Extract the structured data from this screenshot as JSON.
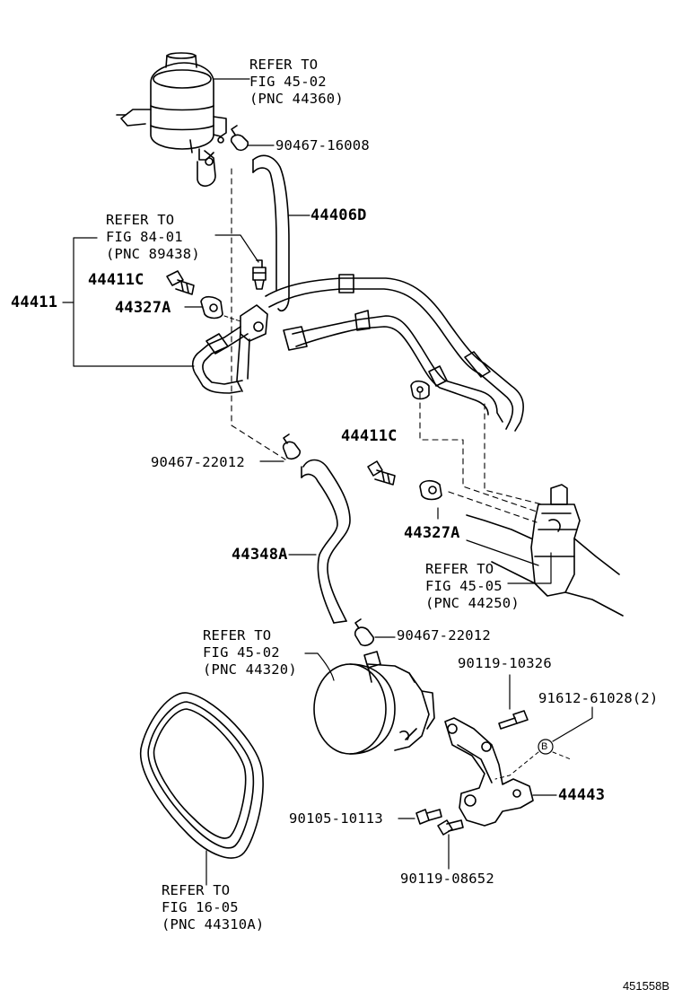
{
  "labels": {
    "reservoir_ref": [
      "REFER TO",
      "FIG 45-02",
      "(PNC 44360)"
    ],
    "clamp_top": "90467-16008",
    "hose_44406d": "44406D",
    "sensor_ref": [
      "REFER TO",
      "FIG 84-01",
      "(PNC 89438)"
    ],
    "tube_44411": "44411",
    "bolt_44411c_upper": "44411C",
    "gasket_44327a_upper": "44327A",
    "bolt_44411c_lower": "44411C",
    "gasket_44327a_lower": "44327A",
    "clamp_mid": "90467-22012",
    "hose_44348a": "44348A",
    "gear_ref": [
      "REFER TO",
      "FIG 45-05",
      "(PNC 44250)"
    ],
    "clamp_low": "90467-22012",
    "pump_ref": [
      "REFER TO",
      "FIG 45-02",
      "(PNC 44320)"
    ],
    "bolt_90119_10326": "90119-10326",
    "bolt_91612": "91612-61028(2)",
    "bracket_44443": "44443",
    "bolt_90105": "90105-10113",
    "bolt_90119_08652": "90119-08652",
    "belt_ref": [
      "REFER TO",
      "FIG 16-05",
      "(PNC 44310A)"
    ],
    "callout_b": "B"
  },
  "diagram_code": "451558B"
}
